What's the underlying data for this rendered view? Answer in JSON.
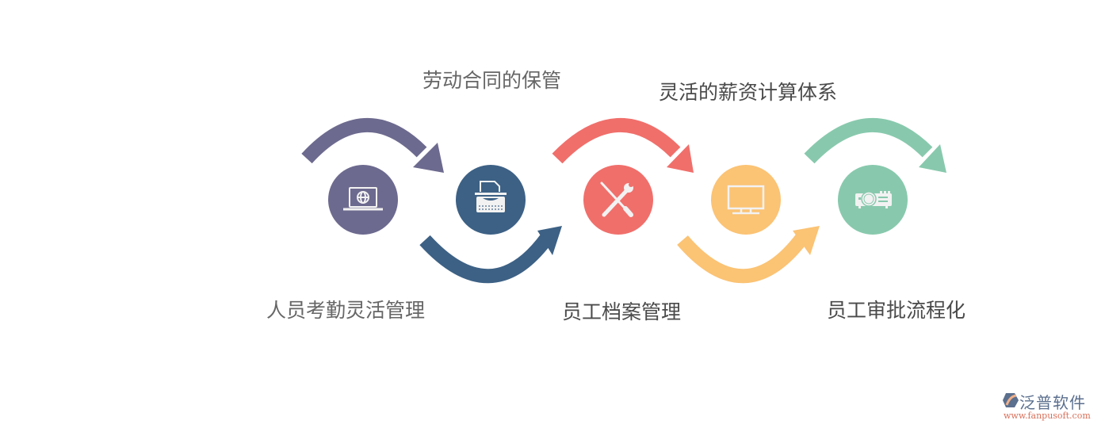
{
  "diagram": {
    "steps": [
      {
        "label": "人员考勤灵活管理",
        "icon": "laptop-globe-icon",
        "color": "#6d6a8f",
        "label_position": "bottom"
      },
      {
        "label": "劳动合同的保管",
        "icon": "typewriter-icon",
        "color": "#3d6185",
        "label_position": "top"
      },
      {
        "label": "员工档案管理",
        "icon": "tools-icon",
        "color": "#f06f6b",
        "label_position": "bottom"
      },
      {
        "label": "灵活的薪资计算体系",
        "icon": "monitor-icon",
        "color": "#fbc374",
        "label_position": "top"
      },
      {
        "label": "员工审批流程化",
        "icon": "projector-icon",
        "color": "#88c9ad",
        "label_position": "bottom"
      }
    ]
  },
  "watermark": {
    "brand": "泛普软件",
    "url": "www.fanpusoft.com"
  }
}
